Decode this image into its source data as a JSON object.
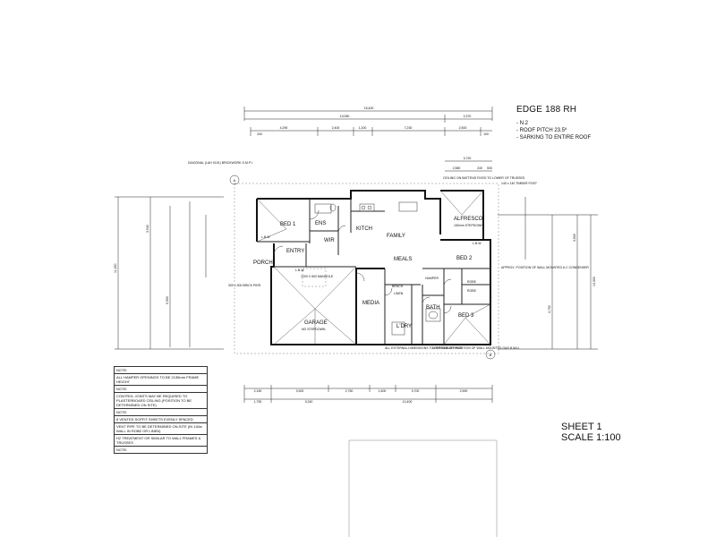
{
  "title": {
    "main": "EDGE 188 RH",
    "lines": [
      "- N.2",
      "- ROOF PITCH 23.5º",
      "- SARKING TO ENTIRE ROOF"
    ]
  },
  "sheet": {
    "sheet_label": "SHEET 1",
    "scale_label": "SCALE 1:100"
  },
  "notes": [
    "NOTE:",
    "ALL HAMPER OPENINGS TO BE 2135mm FRAME HEIGHT",
    "NOTE:",
    "CONTROL JOINTS MAY BE REQUIRED TO PLASTERBOARD CEILING (POSITION TO BE DETERMINED ON SITE)",
    "NOTE:",
    "8 VENTED SOFFIT SHEETS EVENLY SPACED",
    "VENT PIPE TO BE DETERMINED ON-SITE (IN 140w WALL IN ROBE OR LINEN)",
    "H2 TREATMENT OR SIMILAR TO WALL FRAMES & TRUSSES",
    "NOTE:"
  ],
  "rooms": {
    "bed1": "BED 1",
    "ens": "ENS",
    "wir": "WIR",
    "kitch": "KITCH",
    "family": "FAMILY",
    "alfresco": "ALFRESCO",
    "alfresco_sub": "150mm STEPDOWN",
    "meals": "MEALS",
    "bed2": "BED 2",
    "bed3": "BED 3",
    "porch": "PORCH",
    "entry": "ENTRY",
    "garage": "GARAGE",
    "garage_sub": "NO STEPDOWN",
    "media": "MEDIA",
    "ldry": "L'DRY",
    "bath": "BATH",
    "linen": "LINEN",
    "bench": "BENCH",
    "hamper": "HAMPER",
    "robe1": "ROBE",
    "robe2": "ROBE",
    "lbw1": "L.B.W",
    "lbw2": "L.B.W",
    "lbw3": "L.B.W",
    "manhole": "1200 X 600 MANHOLE",
    "brick_pier": "300 x 300 BRICK PIER",
    "diagonal": "DIAGONAL (L&H 0101) BRICKWORK O.M.P.I",
    "timber_post": "140 x 140 TIMBER POST",
    "ac_condenser": "APPROX. POSITION OF WALL MOUNTED A.C CONDENSER",
    "hws": "APPROXIMATE POSITION OF WALL MOUNTED GAS H.W.U",
    "ceiling_note": "CEILING ON BATTENS FIXED TO LOWER OF TRUSSES",
    "dims_outside": "ALL EXTERNAL DIMENSIONS TO OUTSIDE OF FACE"
  },
  "dims": {
    "top_overall": "15,400",
    "top_a": "13,060",
    "top_b": "2,370",
    "top_row": [
      "4,290",
      "2,400",
      "1,200",
      "7,230",
      "2,500",
      "200",
      "100"
    ],
    "bottom_row1": [
      "2,150",
      "3,900",
      "2,750",
      "1,600",
      "3,700",
      "2,590"
    ],
    "bottom_row2": [
      "1,750",
      "3,240",
      "10,400"
    ],
    "left_overall": "11,220",
    "left_a": "3,940",
    "left_b": "5,900",
    "right_overall": "13,300",
    "right_a": "3,600",
    "right_b": "4,700",
    "alf_top": "3,720",
    "alf_sub": [
      "2,580",
      "240",
      "530"
    ]
  },
  "markers": {
    "a": "A",
    "b": "B"
  }
}
